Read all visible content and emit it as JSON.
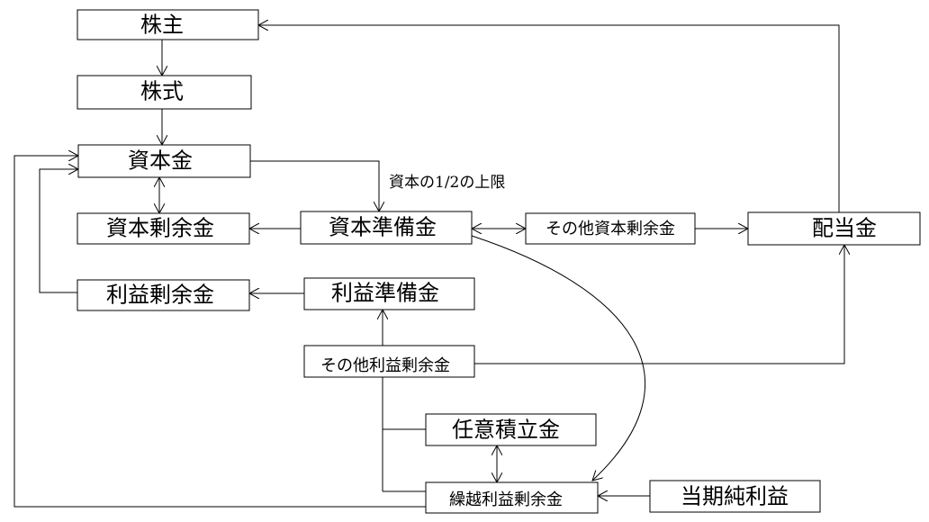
{
  "nodes": {
    "kabunushi": "株主",
    "kabushiki": "株式",
    "shihonkin": "資本金",
    "shihon_jouyokin": "資本剰余金",
    "shihon_junbikin": "資本準備金",
    "sonota_shihon_jouyokin": "その他資本剰余金",
    "haitoukin": "配当金",
    "rieki_jouyokin": "利益剰余金",
    "rieki_junbikin": "利益準備金",
    "sonota_rieki_jouyokin": "その他利益剰余金",
    "nini_tsumitatekin": "任意積立金",
    "kurikoshi_rieki_jouyokin": "繰越利益剰余金",
    "touki_junrieki": "当期純利益"
  },
  "edge_labels": {
    "shihon_limit": "資本の1/2の上限"
  }
}
